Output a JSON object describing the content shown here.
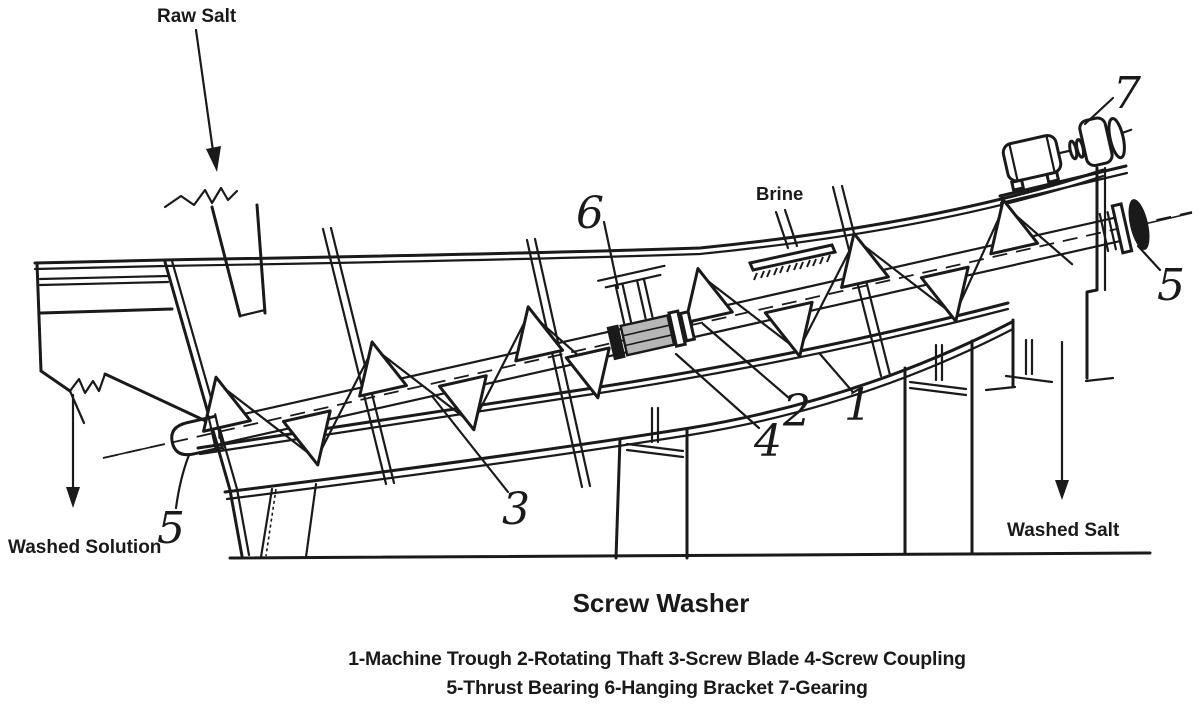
{
  "figure": {
    "title": "Screw Washer",
    "caption_line1": "1-Machine Trough 2-Rotating Thaft 3-Screw Blade 4-Screw Coupling",
    "caption_line2": "5-Thrust Bearing 6-Hanging Bracket 7-Gearing"
  },
  "diagram": {
    "flow_labels": {
      "raw_salt": "Raw Salt",
      "brine": "Brine",
      "washed_solution": "Washed Solution",
      "washed_salt": "Washed Salt"
    },
    "part_numbers": {
      "machine_trough": "1",
      "rotating_shaft": "2",
      "screw_blade": "3",
      "screw_coupling": "4",
      "thrust_bearing_left": "5",
      "thrust_bearing_right": "5",
      "hanging_bracket": "6",
      "gearing": "7"
    },
    "colors": {
      "line": "#1a1a1a",
      "coupling_fill": "#b6b6b6",
      "background": "#ffffff"
    }
  }
}
